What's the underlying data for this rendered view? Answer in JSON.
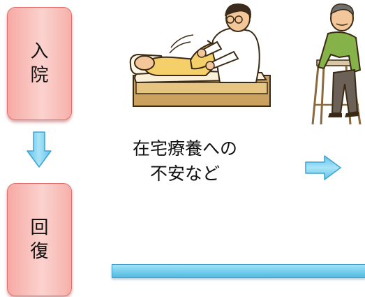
{
  "stages": {
    "admission": [
      "入",
      "院"
    ],
    "recovery": [
      "回",
      "復"
    ]
  },
  "worry_text": [
    "在宅療養への",
    "不安など"
  ],
  "colors": {
    "stage_box_fill": "#f9c0bb",
    "stage_box_border": "#e36d6d",
    "arrow_fill": "#7fd0ef",
    "progress_bar_fill": "#6fcbec"
  },
  "illustrations": {
    "rehab_scene": "therapist-assisting-patient-in-bed-illustration",
    "walker_scene": "elderly-man-with-walker-illustration"
  }
}
